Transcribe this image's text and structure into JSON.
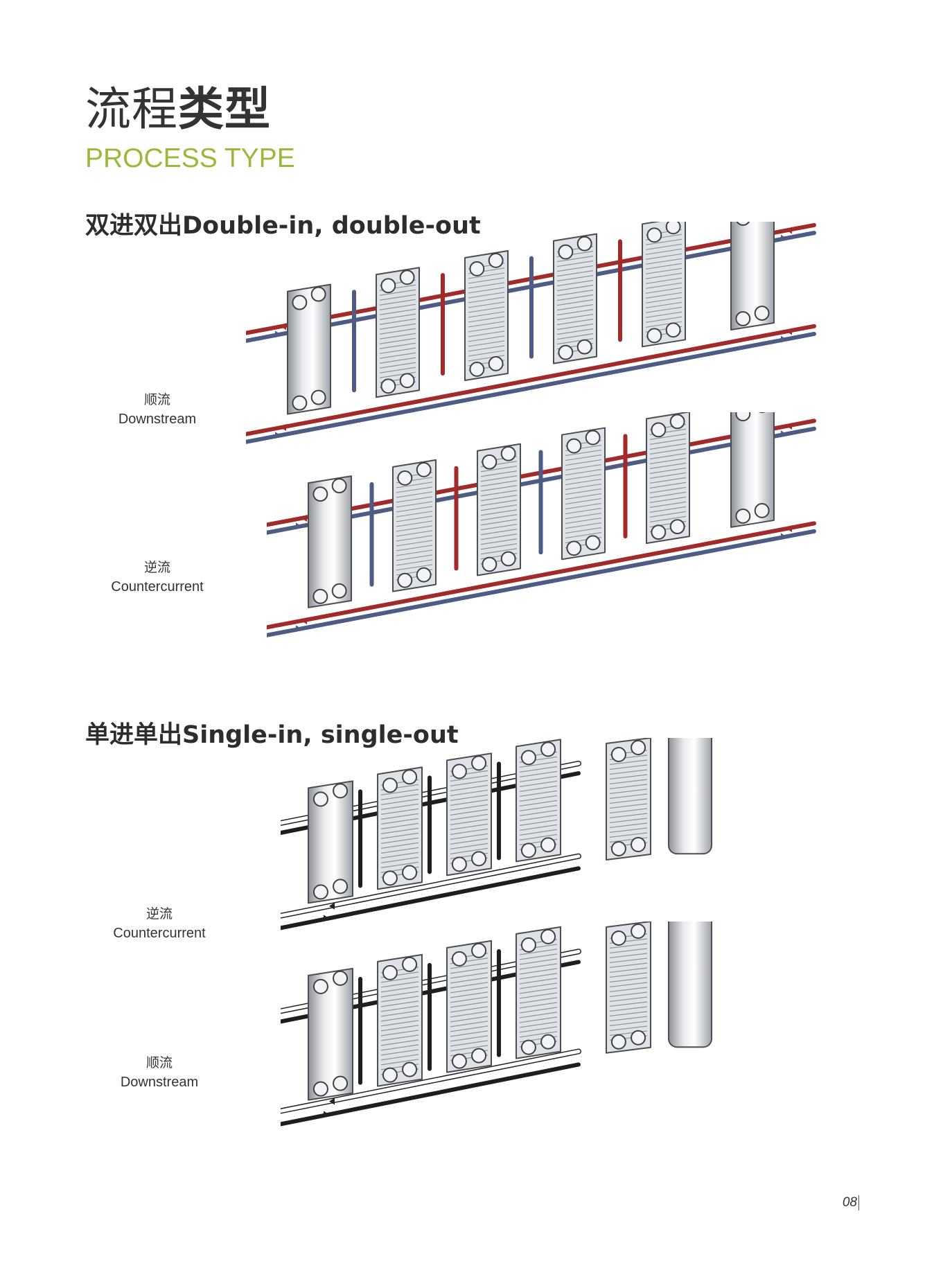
{
  "header": {
    "title_cn_light": "流程",
    "title_cn_bold": "类型",
    "title_en": "PROCESS TYPE"
  },
  "section1": {
    "heading": "双进双出Double-in, double-out",
    "diagram_top": {
      "label_cn": "顺流",
      "label_en": "Downstream"
    },
    "diagram_bottom": {
      "label_cn": "逆流",
      "label_en": "Countercurrent"
    }
  },
  "section2": {
    "heading": "单进单出Single-in, single-out",
    "diagram_top": {
      "label_cn": "逆流",
      "label_en": "Countercurrent"
    },
    "diagram_bottom": {
      "label_cn": "顺流",
      "label_en": "Downstream"
    }
  },
  "footer": {
    "page_number": "08"
  },
  "colors": {
    "accent_green": "#9ab93a",
    "hot_pipe": "#a32a2a",
    "cold_pipe": "#4d5b85",
    "black_pipe": "#1e1e1e",
    "white_pipe": "#ffffff"
  }
}
